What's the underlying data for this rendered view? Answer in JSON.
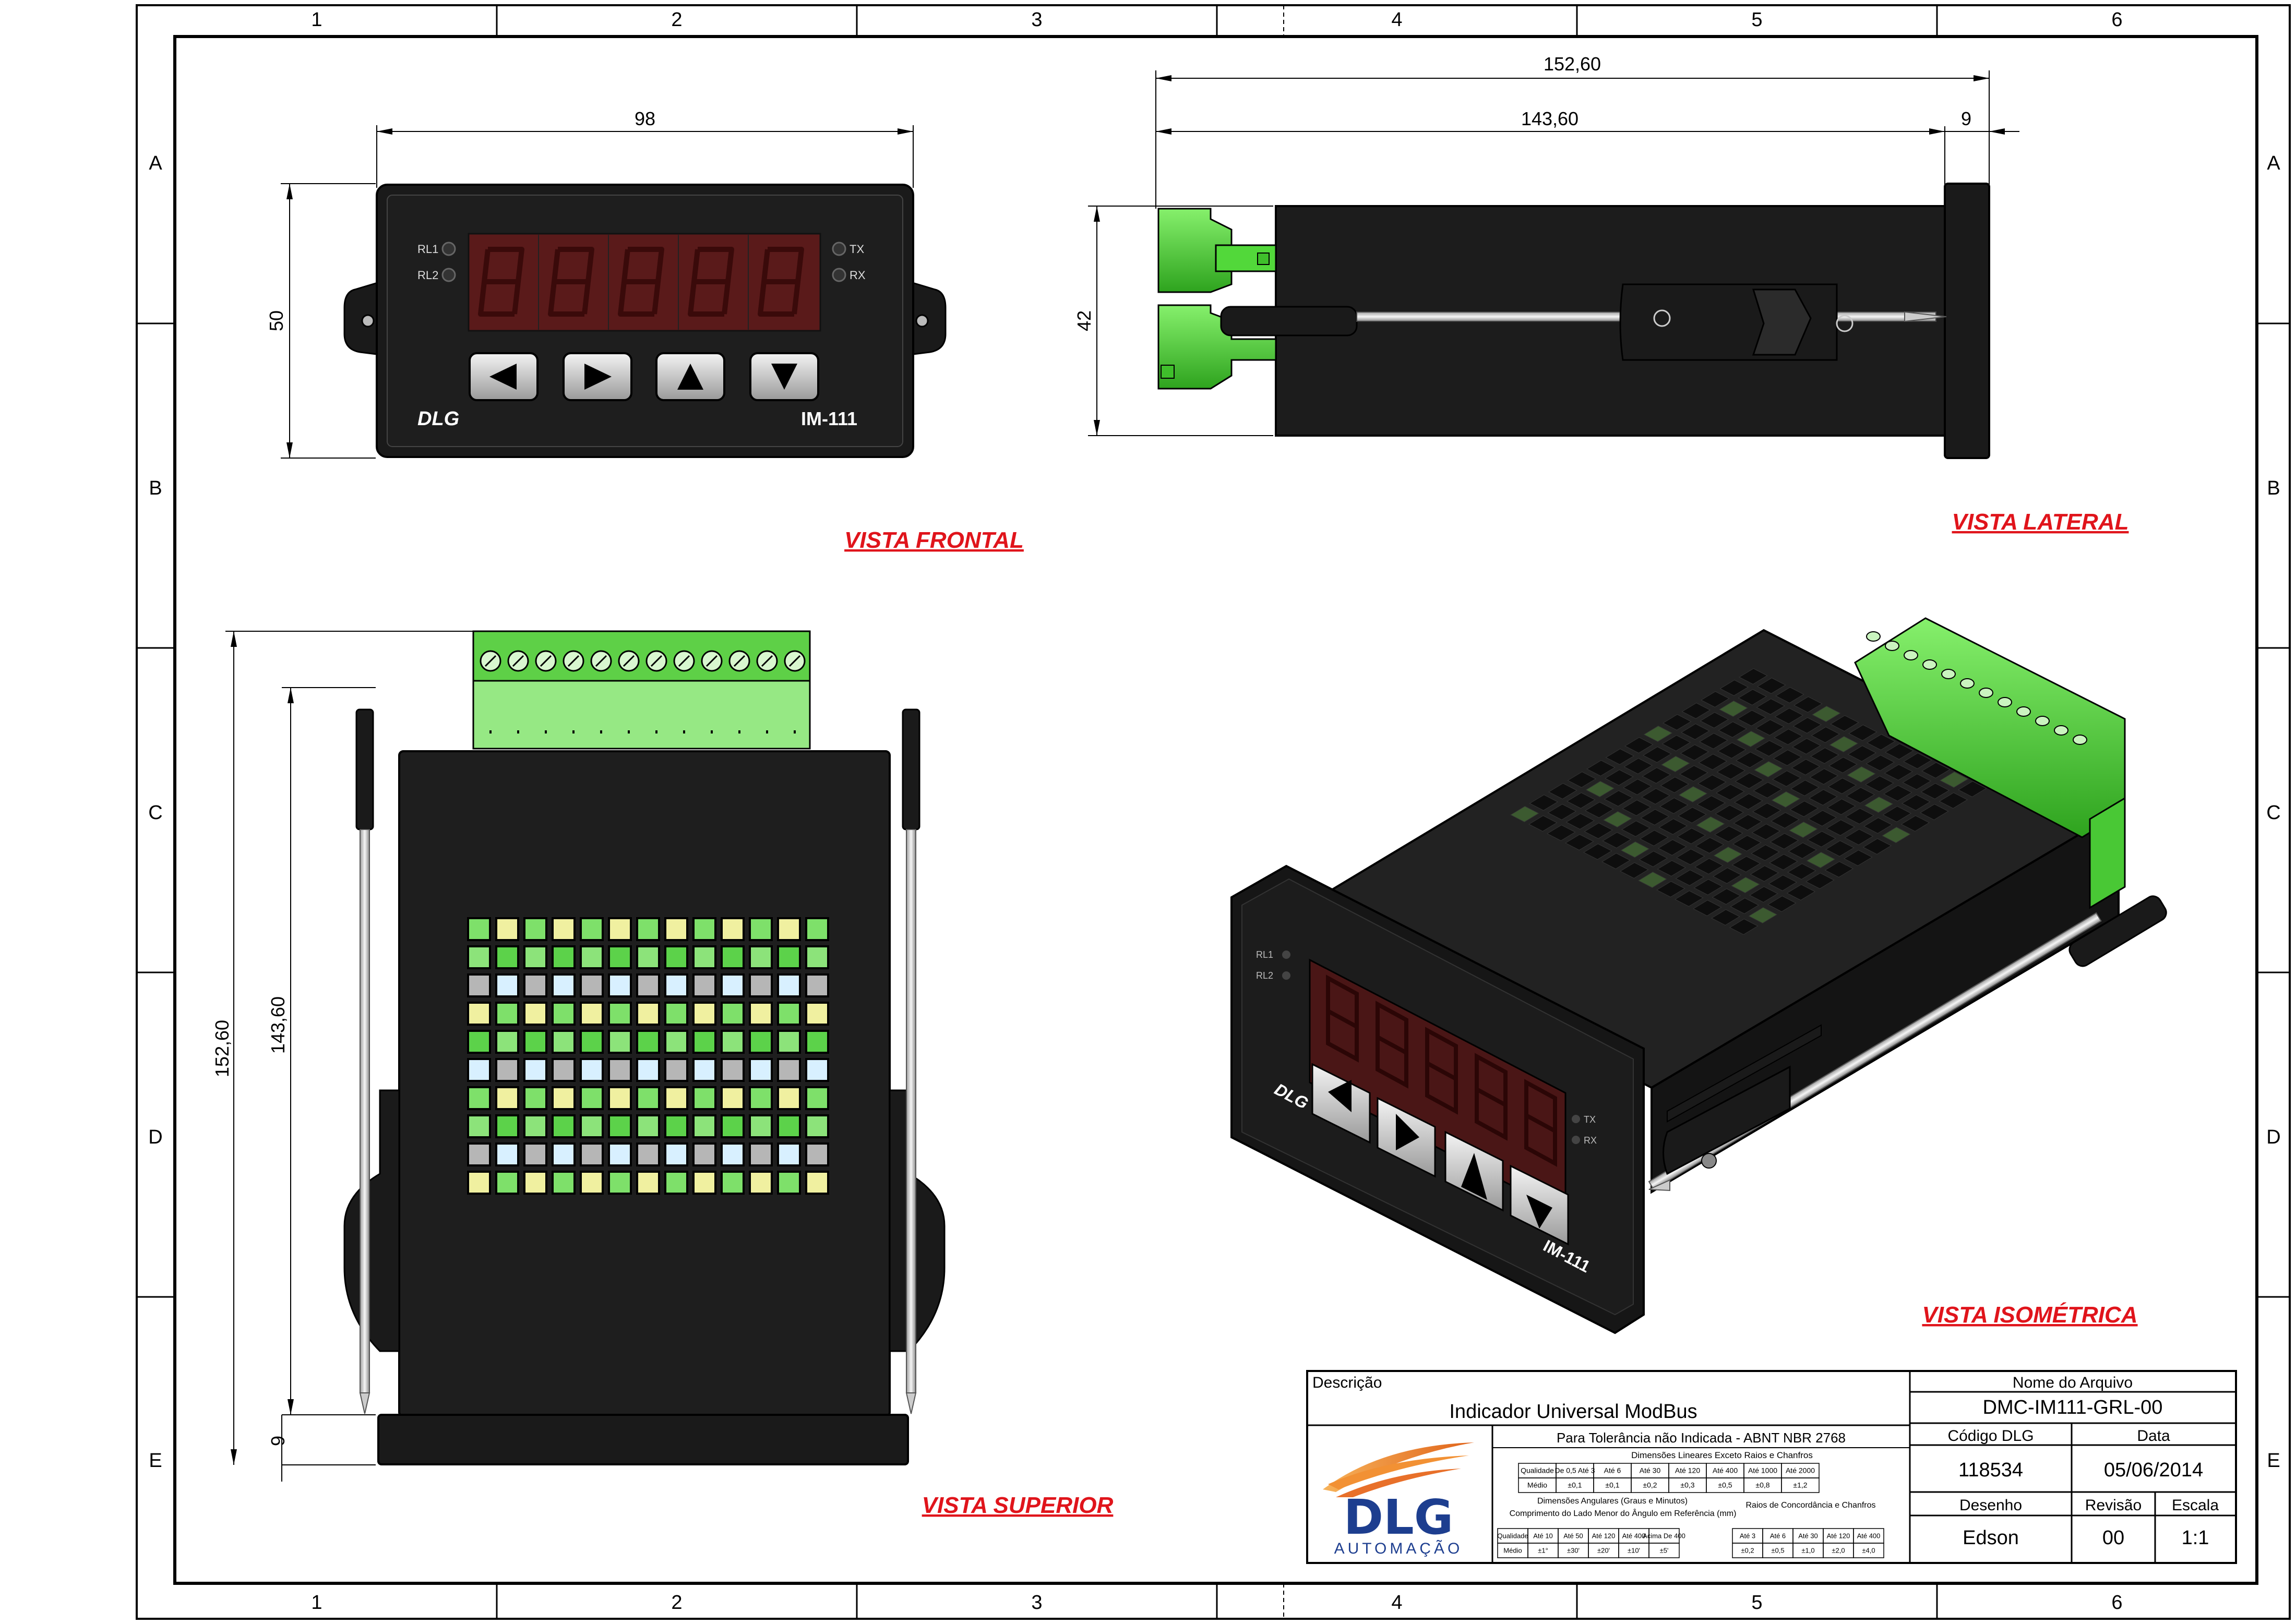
{
  "border": {
    "cols": [
      "1",
      "2",
      "3",
      "4",
      "5",
      "6"
    ],
    "rows": [
      "A",
      "B",
      "C",
      "D",
      "E"
    ]
  },
  "views": {
    "frontal": "VISTA FRONTAL",
    "lateral": "VISTA LATERAL",
    "superior": "VISTA SUPERIOR",
    "isometrica": "VISTA ISOMÉTRICA"
  },
  "dimensions": {
    "front_width": "98",
    "front_height": "50",
    "side_total": "152,60",
    "side_body": "143,60",
    "side_bezel": "9",
    "side_height": "42",
    "top_total": "152,60",
    "top_body": "143,60",
    "top_bezel": "9"
  },
  "device": {
    "brand": "DLG",
    "model": "IM-111",
    "leds_left": [
      "RL1",
      "RL2"
    ],
    "leds_right": [
      "TX",
      "RX"
    ],
    "display_color": "#5a1a1a",
    "body_color": "#1a1a1a",
    "connector_color": "#4fd33a"
  },
  "title_block": {
    "descricao_label": "Descrição",
    "descricao": "Indicador Universal ModBus",
    "tolerancia": "Para Tolerância não Indicada - ABNT NBR 2768",
    "lineares_header": "Dimensões Lineares Exceto Raios e Chanfros",
    "lineares_row1": [
      "Qualidade",
      "De 0,5 Até 3",
      "Até 6",
      "Até 30",
      "Até 120",
      "Até 400",
      "Até 1000",
      "Até 2000"
    ],
    "lineares_row2": [
      "Médio",
      "±0,1",
      "±0,1",
      "±0,2",
      "±0,3",
      "±0,5",
      "±0,8",
      "±1,2"
    ],
    "angulares_header": "Dimensões Angulares (Graus e Minutos)",
    "angulares_sub": "Comprimento do Lado Menor do Ângulo em Referência (mm)",
    "angulares_row1": [
      "Qualidade",
      "Até 10",
      "Até 50",
      "Até 120",
      "Até 400",
      "Acima De 400"
    ],
    "angulares_row2": [
      "Médio",
      "±1°",
      "±30'",
      "±20'",
      "±10'",
      "±5'"
    ],
    "raios_header": "Raios de Concordância e Chanfros",
    "raios_row1": [
      "Até 3",
      "Até 6",
      "Até 30",
      "Até 120",
      "Até 400"
    ],
    "raios_row2": [
      "±0,2",
      "±0,5",
      "±1,0",
      "±2,0",
      "±4,0"
    ],
    "logo_text": "DLG",
    "logo_sub": "AUTOMAÇÃO",
    "nome_arquivo_label": "Nome do Arquivo",
    "nome_arquivo": "DMC-IM111-GRL-00",
    "codigo_label": "Código DLG",
    "codigo": "118534",
    "data_label": "Data",
    "data": "05/06/2014",
    "desenho_label": "Desenho",
    "desenho": "Edson",
    "revisao_label": "Revisão",
    "revisao": "00",
    "escala_label": "Escala",
    "escala": "1:1"
  }
}
